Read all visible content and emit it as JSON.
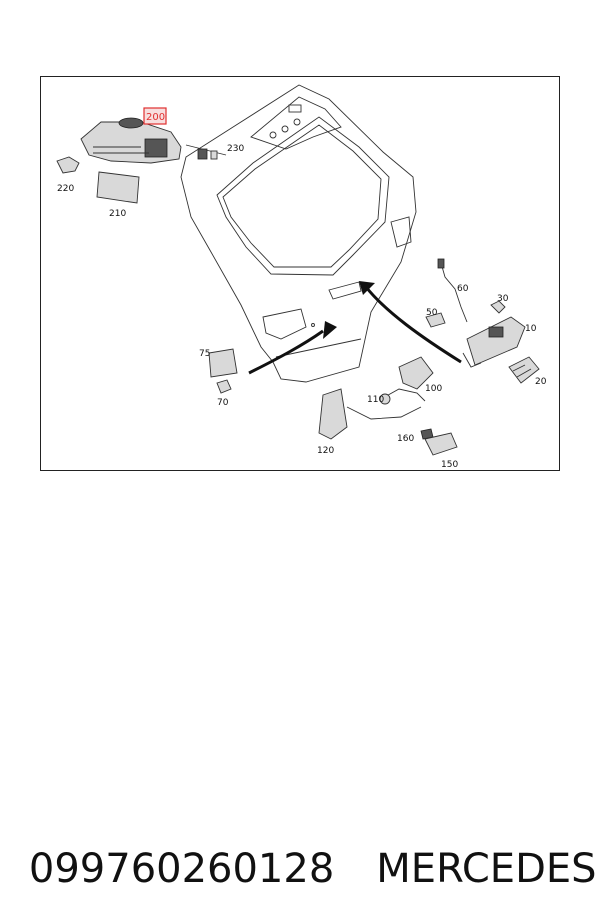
{
  "diagram": {
    "highlighted_part": "200",
    "callouts": [
      "220",
      "210",
      "230",
      "60",
      "30",
      "50",
      "10",
      "75",
      "20",
      "70",
      "110",
      "100",
      "160",
      "120",
      "150"
    ]
  },
  "caption": {
    "part_number": "099760260128",
    "brand": "MERCEDES"
  },
  "colors": {
    "highlight": "#e03030",
    "line": "#333333",
    "arrow": "#111111"
  }
}
